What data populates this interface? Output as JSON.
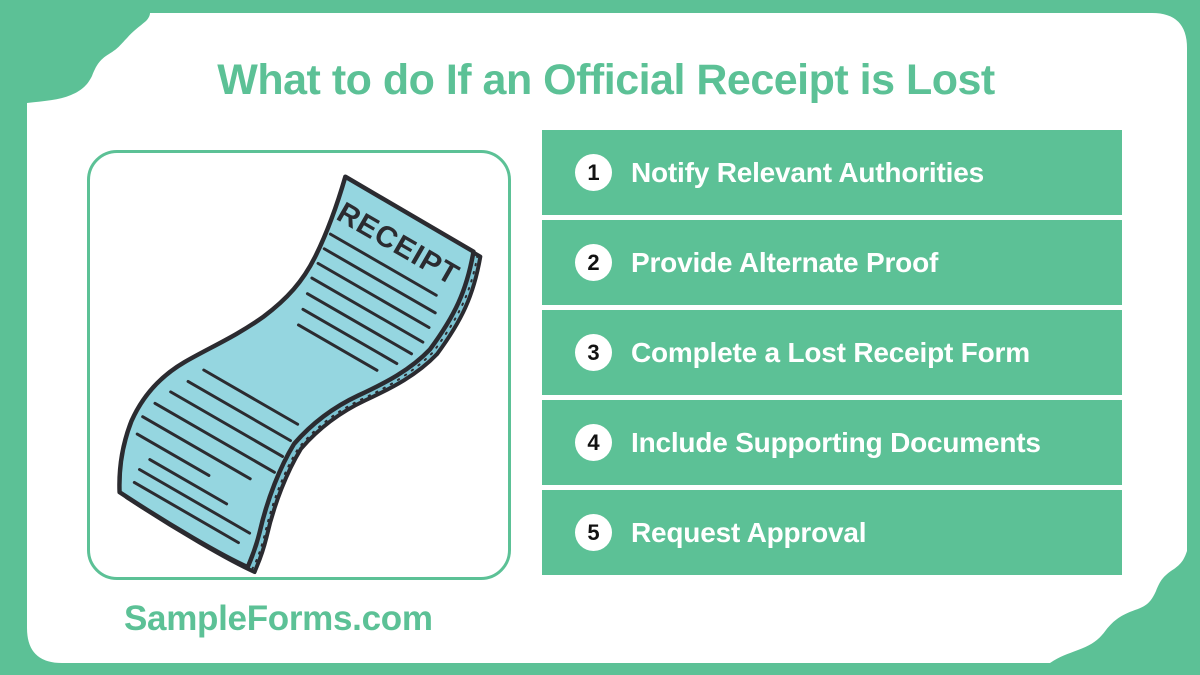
{
  "title": "What to do If an Official Receipt is Lost",
  "brand": "SampleForms.com",
  "illustration": {
    "receipt_label": "RECEIPT"
  },
  "steps": [
    {
      "num": "1",
      "label": "Notify Relevant Authorities"
    },
    {
      "num": "2",
      "label": "Provide Alternate Proof"
    },
    {
      "num": "3",
      "label": "Complete a Lost Receipt Form"
    },
    {
      "num": "4",
      "label": "Include Supporting Documents"
    },
    {
      "num": "5",
      "label": "Request Approval"
    }
  ],
  "colors": {
    "accent_green": "#5cc196",
    "receipt_blue": "#95d6e0",
    "receipt_edge_blue": "#7cc3d2",
    "outline_dark": "#2b2b30",
    "step_text": "#ffffff",
    "background_card": "#ffffff"
  }
}
